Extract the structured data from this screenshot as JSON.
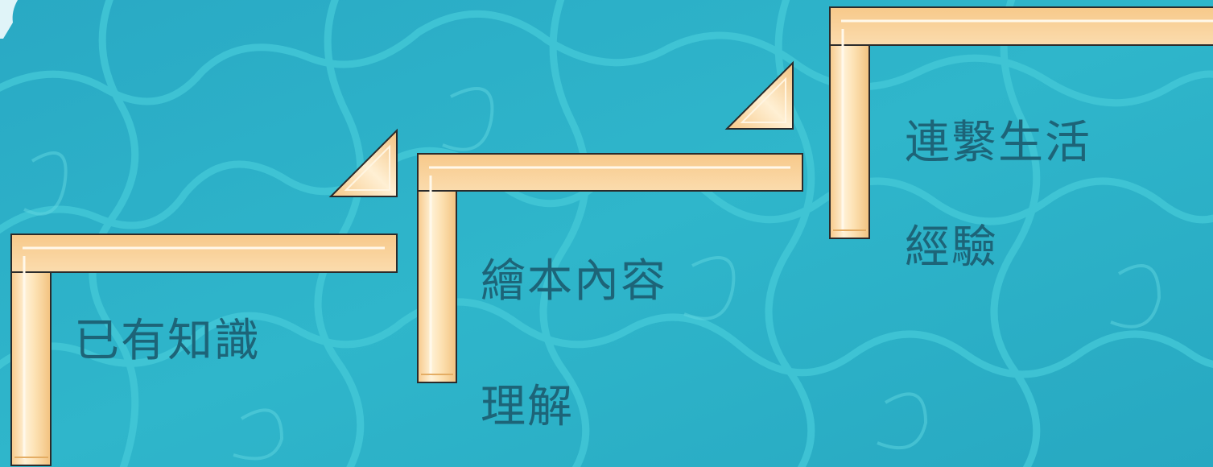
{
  "steps": [
    {
      "id": "prior-knowledge",
      "lines": [
        "已有知識"
      ]
    },
    {
      "id": "picture-book-comprehension",
      "lines": [
        "繪本內容",
        "理解"
      ]
    },
    {
      "id": "life-experience",
      "lines": [
        "連繫生活",
        "經驗"
      ]
    }
  ],
  "colors": {
    "background": "#2bb0c6",
    "background_pattern": "#3ec8d4",
    "step_face": "#fbd59a",
    "step_highlight": "#fff3dc",
    "step_edge": "#2b2b2b",
    "label_text": "#1d6478"
  }
}
